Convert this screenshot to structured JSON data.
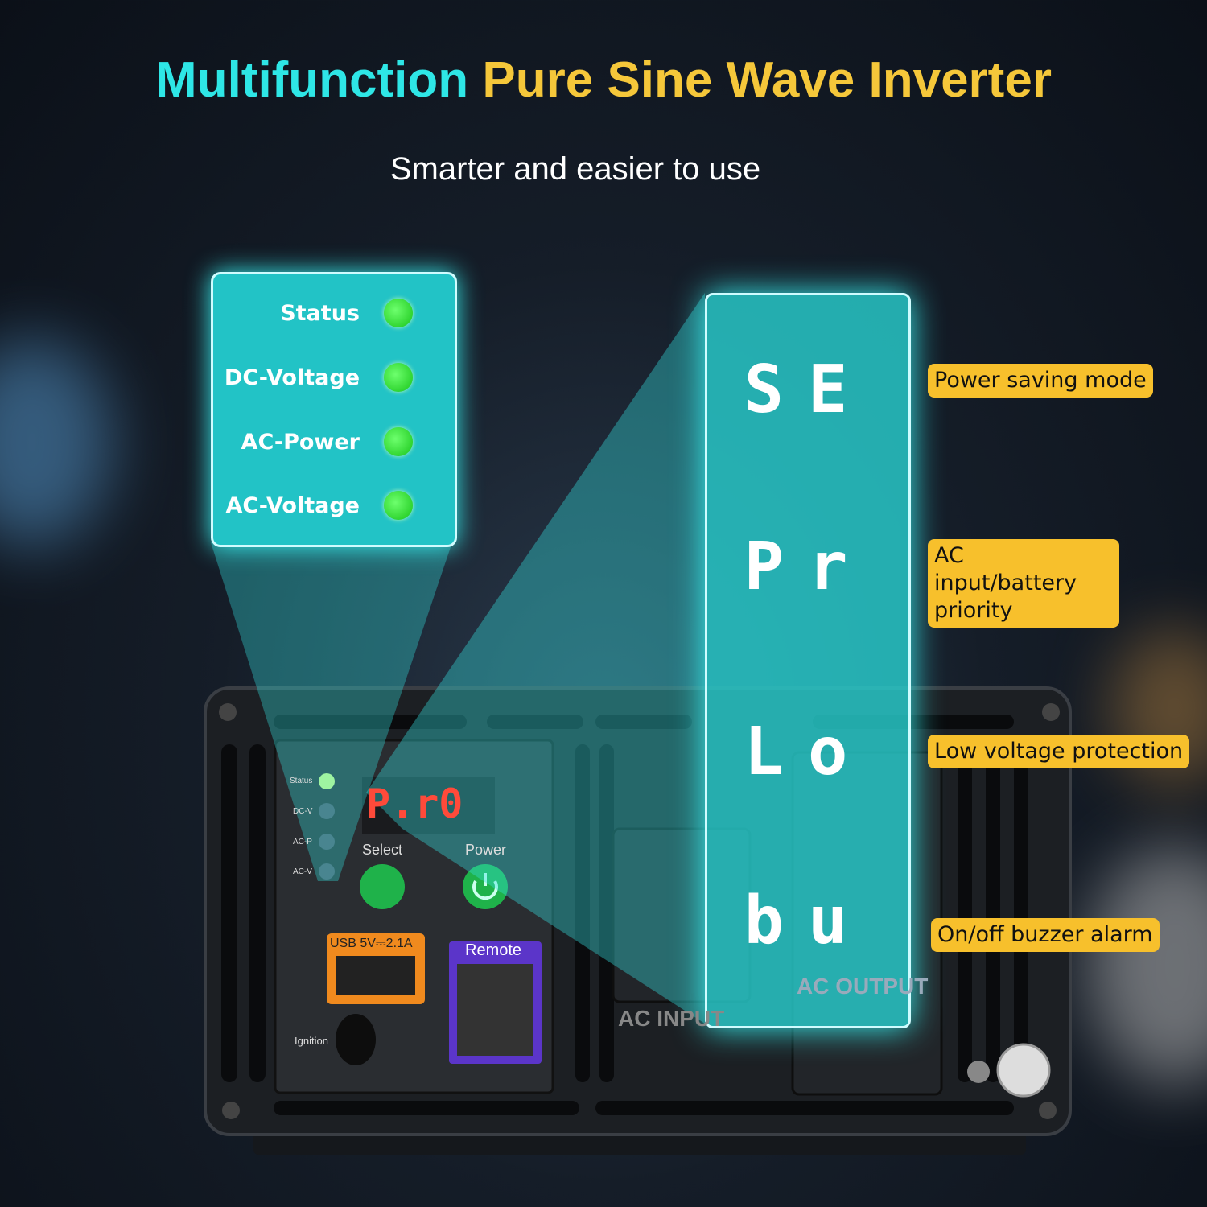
{
  "title": {
    "part1": "Multifunction",
    "part2": "Pure Sine Wave Inverter"
  },
  "subtitle": "Smarter and easier to use",
  "indicators": [
    {
      "label": "Status"
    },
    {
      "label": "DC-Voltage"
    },
    {
      "label": "AC-Power"
    },
    {
      "label": "AC-Voltage"
    }
  ],
  "codes": [
    {
      "code": "SE",
      "description": "Power saving mode"
    },
    {
      "code": "Pr",
      "description": "AC input/battery priority"
    },
    {
      "code": "Lo",
      "description": "Low voltage protection"
    },
    {
      "code": "bu",
      "description": "On/off buzzer alarm"
    }
  ],
  "device": {
    "led_labels": [
      "Status",
      "DC-V",
      "AC-P",
      "AC-V"
    ],
    "display": "P.r0",
    "select_label": "Select",
    "power_label": "Power",
    "usb_label": "USB  5V⎓2.1A",
    "remote_label": "Remote",
    "ignition_label": "Ignition",
    "ac_input_label": "AC INPUT",
    "ac_output_label": "AC OUTPUT"
  },
  "colors": {
    "cyan": "#2ee6e6",
    "yellow": "#f5c73a",
    "panel": "#22c3c6",
    "led": "#18c418",
    "display": "#ff4a3a",
    "usb": "#f08a1e",
    "remote": "#5b35c9"
  }
}
